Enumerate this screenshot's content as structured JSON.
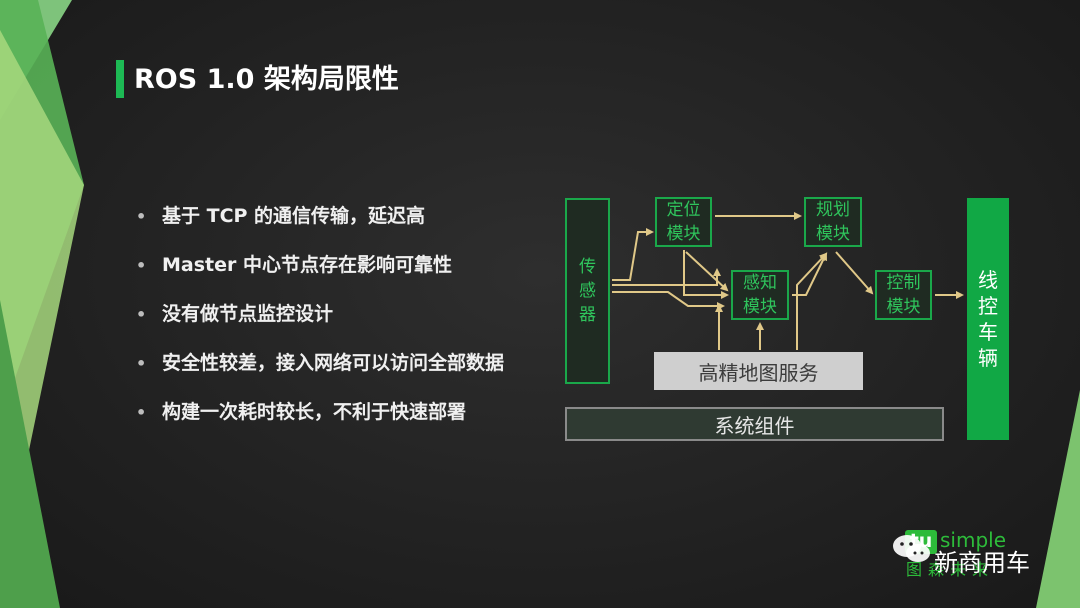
{
  "title": "ROS 1.0 架构局限性",
  "bullet_symbol": "•",
  "bullets": [
    "基于 TCP 的通信传输，延迟高",
    "Master 中心节点存在影响可靠性",
    "没有做节点监控设计",
    "安全性较差，接入网络可以访问全部数据",
    "构建一次耗时较长，不利于快速部署"
  ],
  "diagram": {
    "sensor": [
      "传",
      "感",
      "器"
    ],
    "localization": [
      "定位",
      "模块"
    ],
    "planning": [
      "规划",
      "模块"
    ],
    "perception": [
      "感知",
      "模块"
    ],
    "control": [
      "控制",
      "模块"
    ],
    "map_service": "高精地图服务",
    "system_components": "系统组件",
    "vehicle": [
      "线",
      "控",
      "车",
      "辆"
    ]
  },
  "logo": {
    "mark": "tu",
    "text": "simple",
    "cn": "图森未来"
  },
  "watermark": "新商用车",
  "colors": {
    "accent_green": "#1db954",
    "module_text": "#2fc45c",
    "arrow": "#e0c888",
    "vehicle_fill": "#11a845"
  }
}
